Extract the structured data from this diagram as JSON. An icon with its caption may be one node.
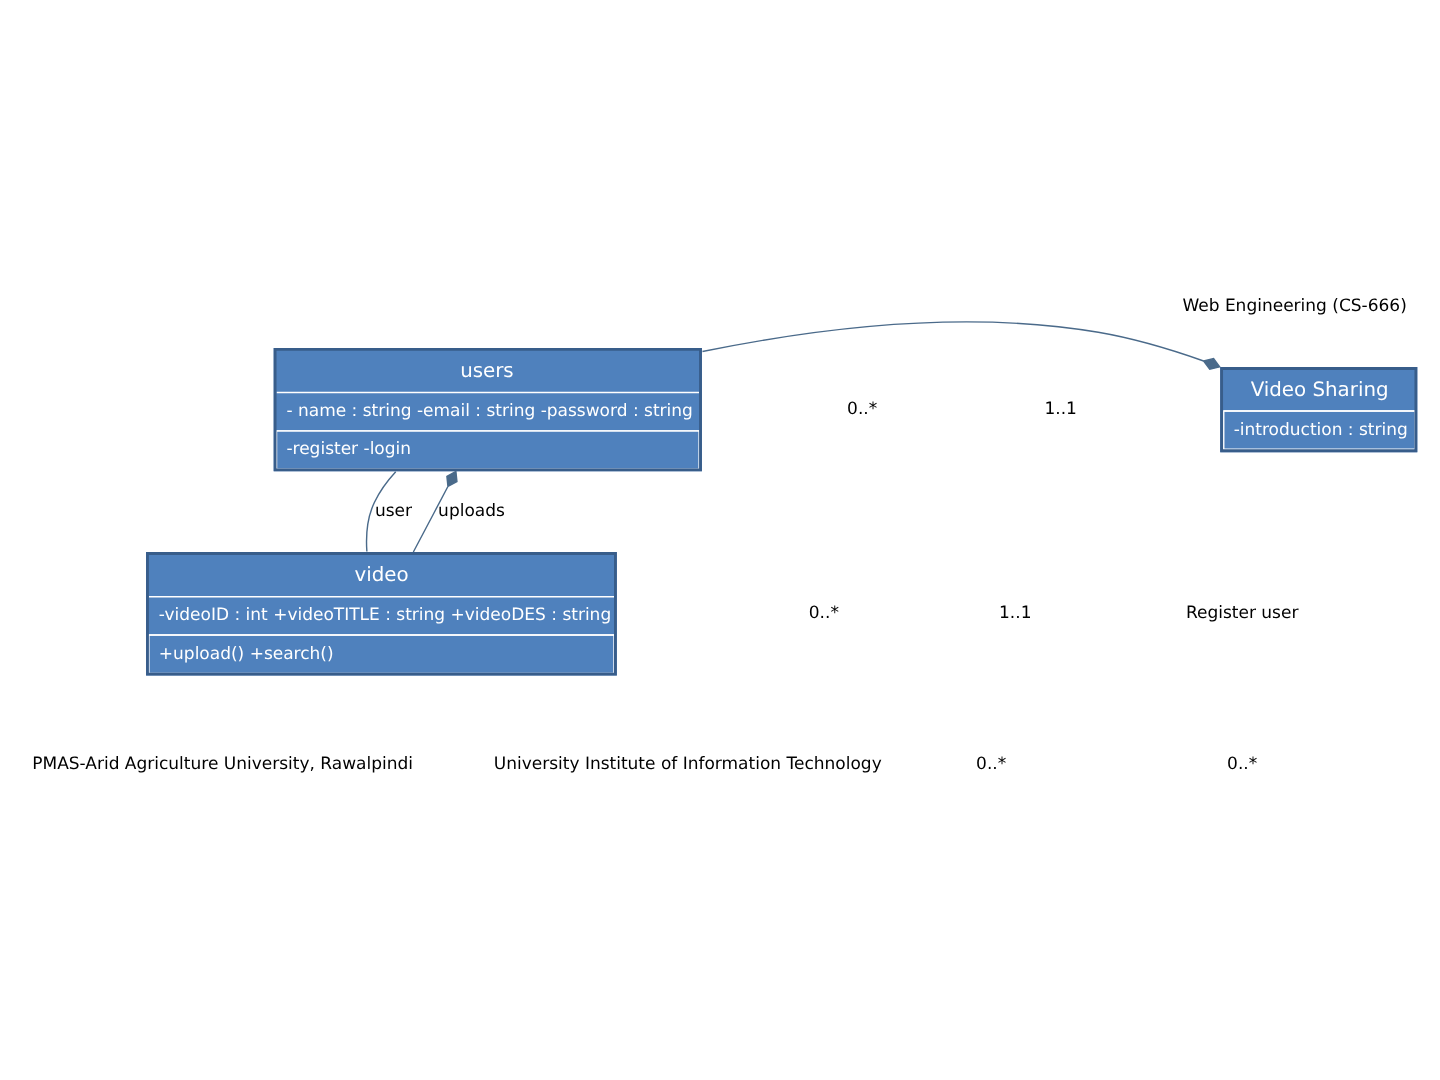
{
  "diagram": {
    "title": "Web Engineering (CS-666)",
    "nodes": [
      {
        "text": [
          "users",
          "- name : string -email : string -password : string",
          "-register -login"
        ]
      },
      {
        "text": [
          "Video Sharing",
          "-introduction : string"
        ]
      },
      {
        "text": [
          "video",
          "-videoID : int +videoTITLE : string +videoDES : string",
          "+upload() +search()"
        ]
      }
    ],
    "edges": [
      {
        "from": 0,
        "to": 1,
        "arrow": "other"
      },
      {
        "from": 0,
        "to": 2,
        "arrow": "none",
        "label": "user"
      },
      {
        "from": 2,
        "to": 0,
        "arrow": "other",
        "label": "uploads"
      }
    ],
    "labels": [
      "0..*",
      "1..1",
      "1..1",
      "0..*",
      "0..*",
      "Register user",
      "0..*",
      "PMAS-Arid Agriculture University, Rawalpindi",
      "University Institute of Information Technology"
    ]
  }
}
